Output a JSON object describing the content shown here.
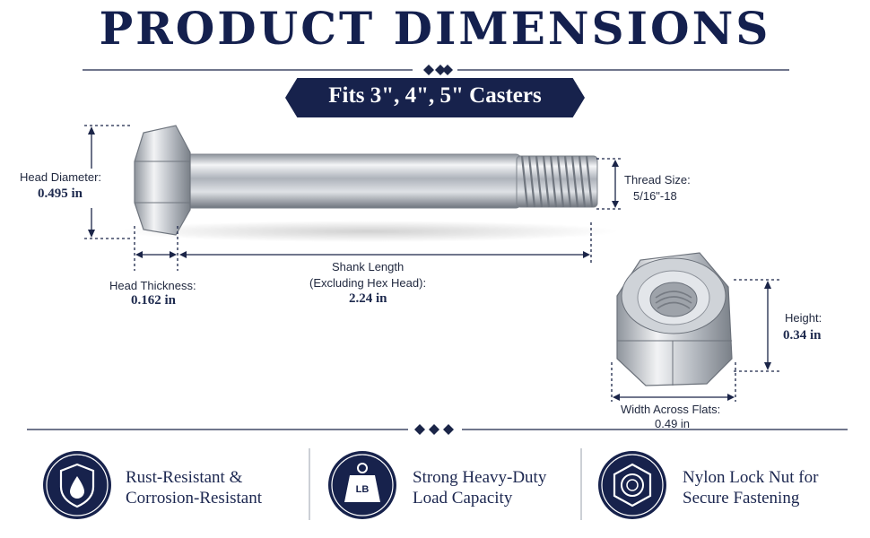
{
  "header": {
    "title": "PRODUCT DIMENSIONS",
    "subtitle": "Fits 3\", 4\", 5\" Casters"
  },
  "dimensions": {
    "head_diameter": {
      "label": "Head Diameter:",
      "value": "0.495 in"
    },
    "thread_size": {
      "label": "Thread Size:",
      "value": "5/16\"-18"
    },
    "head_thickness": {
      "label": "Head Thickness:",
      "value": "0.162 in"
    },
    "shank_length": {
      "label": "Shank Length",
      "sublabel": "(Excluding Hex Head):",
      "value": "2.24 in"
    },
    "height": {
      "label": "Height:",
      "value": "0.34 in"
    },
    "width_across_flats": {
      "label": "Width Across Flats:",
      "value": "0.49 in"
    }
  },
  "features": [
    {
      "line1": "Rust-Resistant &",
      "line2": "Corrosion-Resistant",
      "icon": "shield-drop-icon"
    },
    {
      "line1": "Strong Heavy-Duty",
      "line2": "Load Capacity",
      "icon": "weight-lb-icon",
      "icon_text": "LB"
    },
    {
      "line1": "Nylon Lock Nut for",
      "line2": "Secure Fastening",
      "icon": "hex-nut-icon"
    }
  ],
  "colors": {
    "navy": "#17224c",
    "steel": "#b9bec6",
    "text": "#1e2a4e"
  }
}
